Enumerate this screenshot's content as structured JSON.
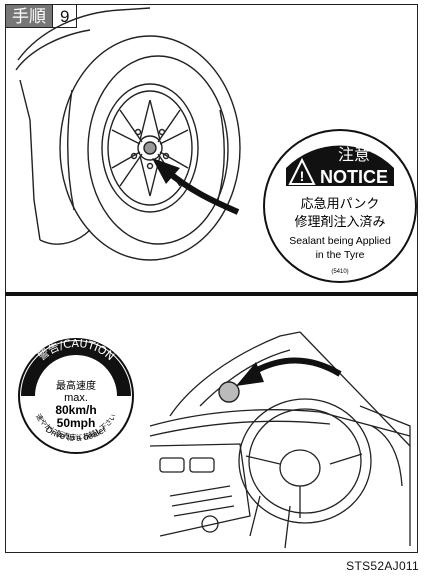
{
  "step": {
    "label": "手順",
    "number": "9"
  },
  "notice_sticker": {
    "heading_jp": "注意",
    "heading_en": "NOTICE",
    "line1_jp": "応急用パンク",
    "line2_jp": "修理剤注入済み",
    "line3_en": "Sealant being Applied",
    "line4_en": "in the Tyre",
    "code": "(5410)"
  },
  "caution_sticker": {
    "heading": "警告/CAUTION",
    "jp_speed": "最高速度",
    "max": "max.",
    "kmh": "80km/h",
    "mph": "50mph",
    "jp_dealer": "速やかに販売店にお越し下さい",
    "dealer_en": "Drive to a dealer"
  },
  "figure_code": "STS52AJ011"
}
